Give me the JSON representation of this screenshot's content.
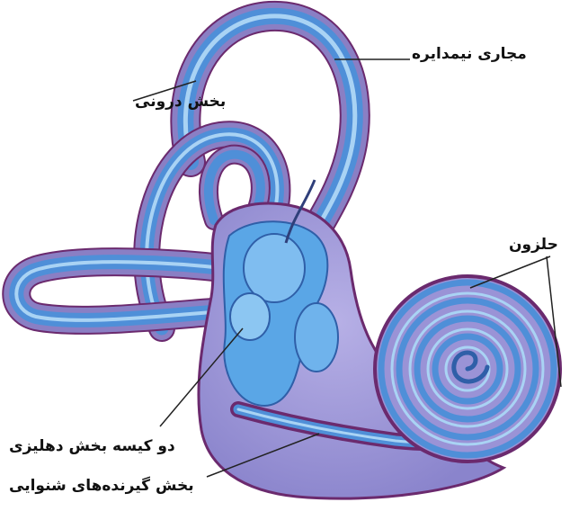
{
  "labels": {
    "semicircular_canals": "مجاری نیمدایره",
    "inner_part": "بخش درونی",
    "cochlea": "حلزون",
    "vestibular_sacs": "دو کیسه بخش دهلیزی",
    "hearing_receptors": "بخش گیرنده‌های شنوایی"
  },
  "colors": {
    "outer_membrane": "#8a7fc4",
    "outer_outline": "#6b2a6e",
    "canal_blue": "#4f8fd8",
    "canal_light": "#a9d3f4",
    "vestibule_fill": "#5aa6e6",
    "body_fill": "#9a93d6",
    "leader_line": "#222222"
  },
  "icons": [
    "ear-labyrinth-drawing"
  ]
}
